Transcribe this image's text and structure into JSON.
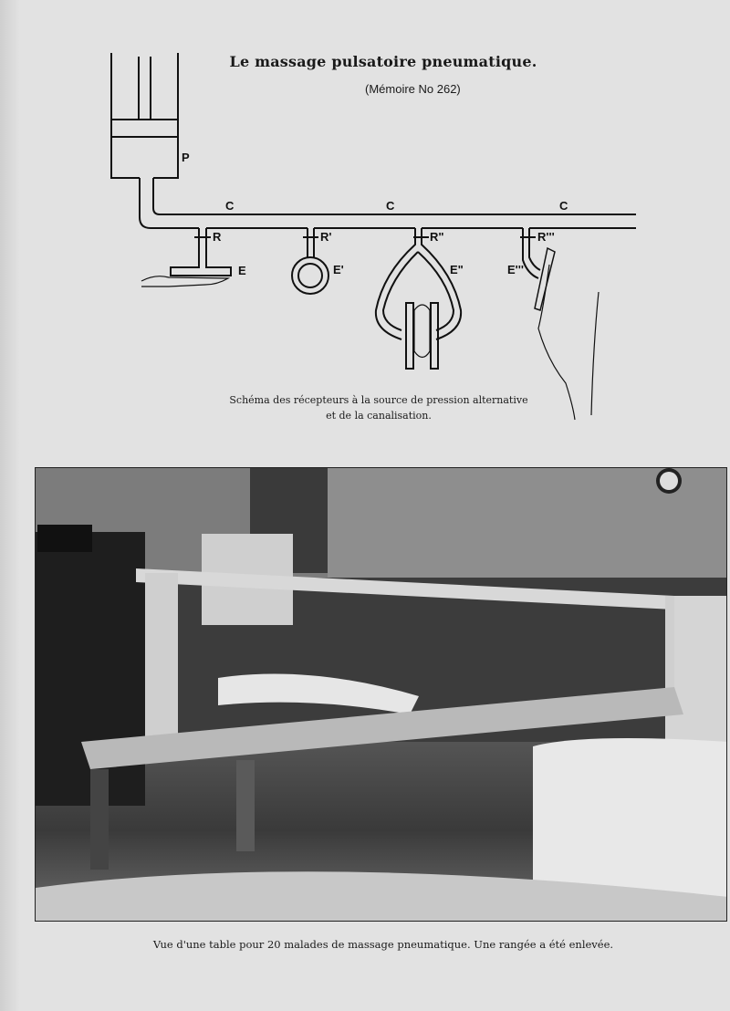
{
  "title": "Le massage pulsatoire pneumatique.",
  "memoire": "(Mémoire No 262)",
  "diagram": {
    "labels": {
      "P": "P",
      "C1": "C",
      "C2": "C",
      "C3": "C",
      "R": "R",
      "R1": "R'",
      "R2": "R\"",
      "R3": "R'''",
      "E": "E",
      "E1": "E'",
      "E2": "E\"",
      "E3": "E'''"
    },
    "caption_line1": "Schéma des récepteurs à la source de pression alternative",
    "caption_line2": "et de la canalisation."
  },
  "photo_caption": "Vue d'une table pour 20 malades de massage pneumatique. Une rangée a été enlevée."
}
